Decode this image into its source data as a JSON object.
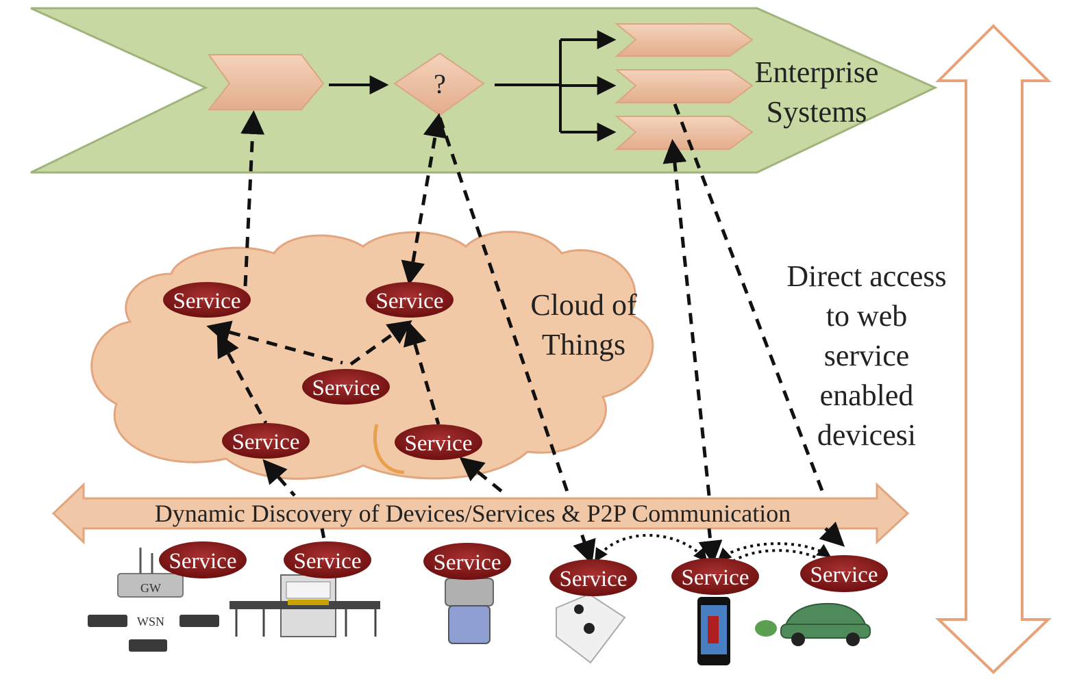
{
  "enterprise": {
    "label_line1": "Enterprise",
    "label_line2": "Systems",
    "decision_symbol": "?"
  },
  "cloud": {
    "label_line1": "Cloud of",
    "label_line2": "Things",
    "services": [
      "Service",
      "Service",
      "Service",
      "Service",
      "Service"
    ]
  },
  "bus": {
    "label": "Dynamic Discovery of Devices/Services & P2P Communication"
  },
  "devices": {
    "services": [
      "Service",
      "Service",
      "Service",
      "Service",
      "Service",
      "Service"
    ],
    "wsn_label": "WSN",
    "gw_label": "GW"
  },
  "direct_access": {
    "lines": [
      "Direct access",
      "to web",
      "service",
      "enabled",
      "devicesi"
    ]
  },
  "colors": {
    "enterprise_fill": "#c8d8a2",
    "process_fill": "#eec5a8",
    "cloud_fill": "#f2c9a6",
    "service_fill": "#8b1a1a",
    "bus_fill": "#f0c8a8"
  }
}
